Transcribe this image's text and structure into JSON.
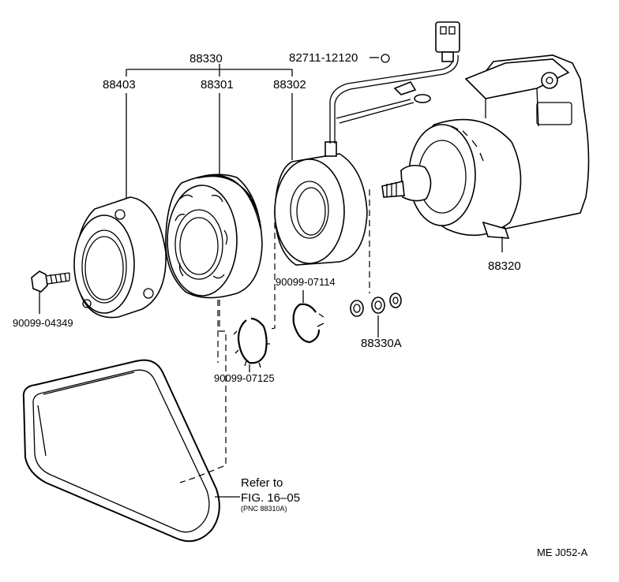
{
  "labels": {
    "clutch_assembly": "88330",
    "pressure_plate": "88403",
    "pulley": "88301",
    "stator": "88302",
    "connector": "82711-12120",
    "compressor": "88320",
    "bolt": "90099-04349",
    "snap_ring_small": "90099-07114",
    "snap_ring_large": "90099-07125",
    "shims": "88330A"
  },
  "reference": {
    "line1": "Refer to",
    "line2": "FIG. 16–05",
    "line3": "(PNC 88310A)"
  },
  "figure_code": "ME J052-A"
}
